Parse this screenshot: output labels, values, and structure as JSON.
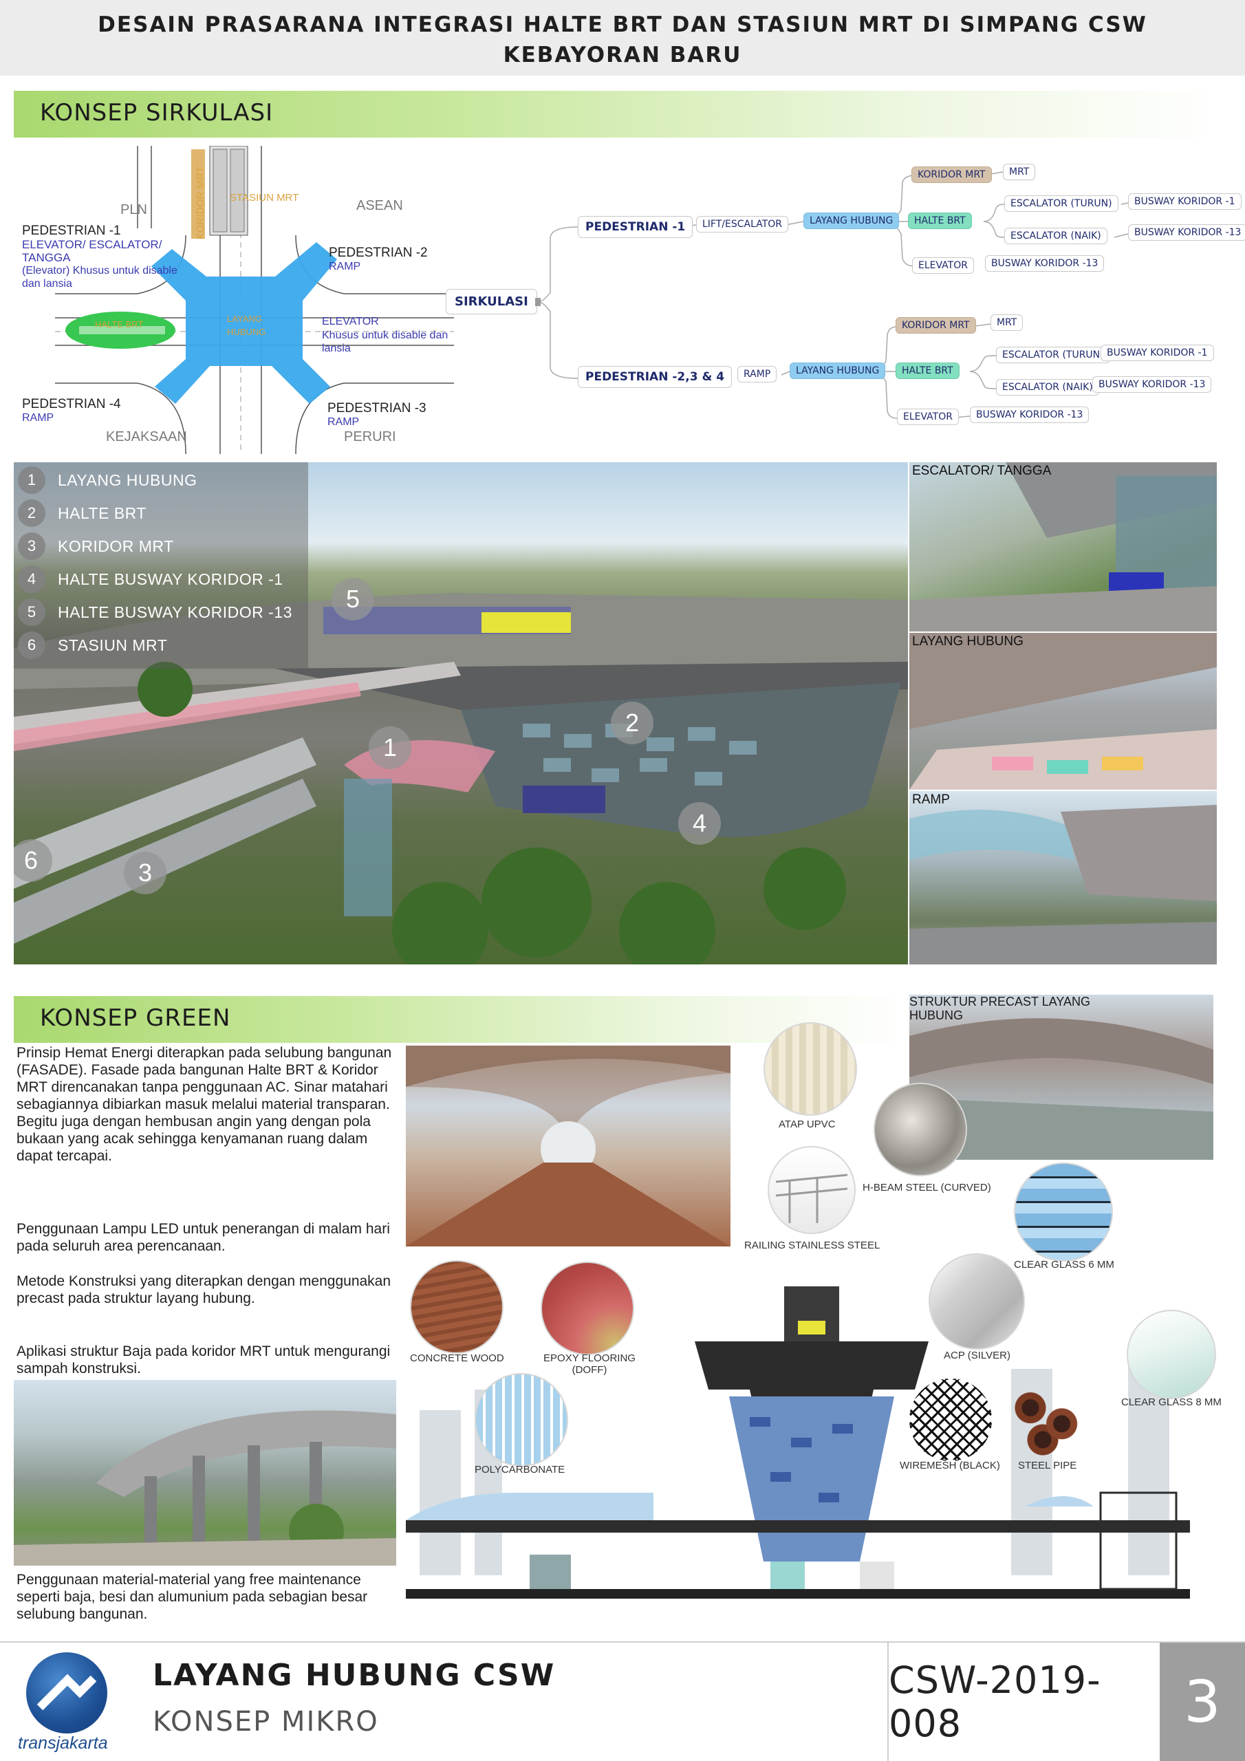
{
  "header": {
    "line1": "DESAIN PRASARANA INTEGRASI HALTE BRT DAN STASIUN MRT DI SIMPANG CSW",
    "line2": "KEBAYORAN BARU"
  },
  "sirkulasi": {
    "heading": "KONSEP SIRKULASI",
    "plan": {
      "pln": "PLN",
      "asean": "ASEAN",
      "kejaksaan": "KEJAKSAAN",
      "peruri": "PERURI",
      "koridor_mrt": "KORIDOR MRT",
      "stasiun_mrt": "STASIUN MRT",
      "halte_brt": "HALTE BRT",
      "layang_hubung": "LAYANG HUBUNG",
      "ped1_title": "PEDESTRIAN -1",
      "ped1_desc": "ELEVATOR/ ESCALATOR/ TANGGA",
      "ped1_note": "(Elevator) Khusus untuk disable dan lansia",
      "ped2_title": "PEDESTRIAN -2",
      "ped2_desc": "RAMP",
      "ped3_title": "PEDESTRIAN -3",
      "ped3_desc": "RAMP",
      "ped4_title": "PEDESTRIAN -4",
      "ped4_desc": "RAMP",
      "elevator": "ELEVATOR",
      "elevator_note": "Khusus untuk disable dan lansia"
    },
    "mindmap": {
      "root": "SIRKULASI",
      "p1": "PEDESTRIAN -1",
      "lift": "LIFT/ESCALATOR",
      "lh1": "LAYANG HUBUNG",
      "km1": "KORIDOR MRT",
      "mrt1": "MRT",
      "hb1": "HALTE BRT",
      "esc_turun1": "ESCALATOR (TURUN)",
      "bk1_1": "BUSWAY KORIDOR -1",
      "esc_naik1": "ESCALATOR (NAIK)",
      "bk13_1": "BUSWAY KORIDOR -13",
      "elev1": "ELEVATOR",
      "bk13_1b": "BUSWAY KORIDOR -13",
      "p234": "PEDESTRIAN -2,3 & 4",
      "ramp": "RAMP",
      "lh2": "LAYANG HUBUNG",
      "km2": "KORIDOR MRT",
      "mrt2": "MRT",
      "hb2": "HALTE BRT",
      "esc_turun2": "ESCALATOR (TURUN)",
      "bk1_2": "BUSWAY KORIDOR -1",
      "esc_naik2": "ESCALATOR (NAIK)",
      "bk13_2": "BUSWAY KORIDOR -13",
      "elev2": "ELEVATOR",
      "bk13_2b": "BUSWAY KORIDOR -13"
    },
    "legend": [
      {
        "num": "1",
        "label": "LAYANG HUBUNG"
      },
      {
        "num": "2",
        "label": "HALTE BRT"
      },
      {
        "num": "3",
        "label": "KORIDOR MRT"
      },
      {
        "num": "4",
        "label": "HALTE BUSWAY KORIDOR -1"
      },
      {
        "num": "5",
        "label": "HALTE BUSWAY KORIDOR -13"
      },
      {
        "num": "6",
        "label": "STASIUN MRT"
      }
    ],
    "markers": [
      "1",
      "2",
      "3",
      "4",
      "5",
      "6"
    ],
    "side_captions": {
      "escalator": "ESCALATOR/ TANGGA",
      "layang": "LAYANG HUBUNG",
      "ramp": "RAMP"
    }
  },
  "green": {
    "heading": "KONSEP GREEN",
    "para1": "Prinsip Hemat Energi diterapkan pada selubung bangunan (FASADE). Fasade pada bangunan Halte BRT & Koridor MRT direncanakan tanpa penggunaan AC. Sinar matahari sebagiannya dibiarkan masuk melalui material transparan. Begitu juga dengan hembusan angin yang dengan pola bukaan yang acak sehingga kenyamanan ruang dalam dapat tercapai.",
    "para2": "Penggunaan Lampu LED untuk penerangan di malam hari pada seluruh area perencanaan.",
    "para3": "Metode Konstruksi yang diterapkan dengan menggunakan precast pada struktur layang hubung.",
    "para4": "Aplikasi struktur Baja pada koridor MRT untuk mengurangi sampah konstruksi.",
    "para5": "Penggunaan material-material yang free maintenance seperti baja, besi dan alumunium pada sebagian besar selubung bangunan.",
    "struktur_caption": "STRUKTUR PRECAST LAYANG HUBUNG",
    "materials": {
      "atap": "ATAP UPVC",
      "hbeam": "H-BEAM STEEL (CURVED)",
      "railing": "RAILING STAINLESS STEEL",
      "glass6": "CLEAR GLASS 6 MM",
      "wood": "CONCRETE WOOD",
      "epoxy": "EPOXY FLOORING (DOFF)",
      "acp": "ACP (SILVER)",
      "glass8": "CLEAR GLASS 8 MM",
      "poly": "POLYCARBONATE",
      "wiremesh": "WIREMESH (BLACK)",
      "pipe": "STEEL PIPE"
    }
  },
  "footer": {
    "title": "LAYANG HUBUNG CSW",
    "subtitle": "KONSEP MIKRO",
    "code": "CSW-2019-008",
    "page": "3",
    "brand": "transjakarta"
  }
}
